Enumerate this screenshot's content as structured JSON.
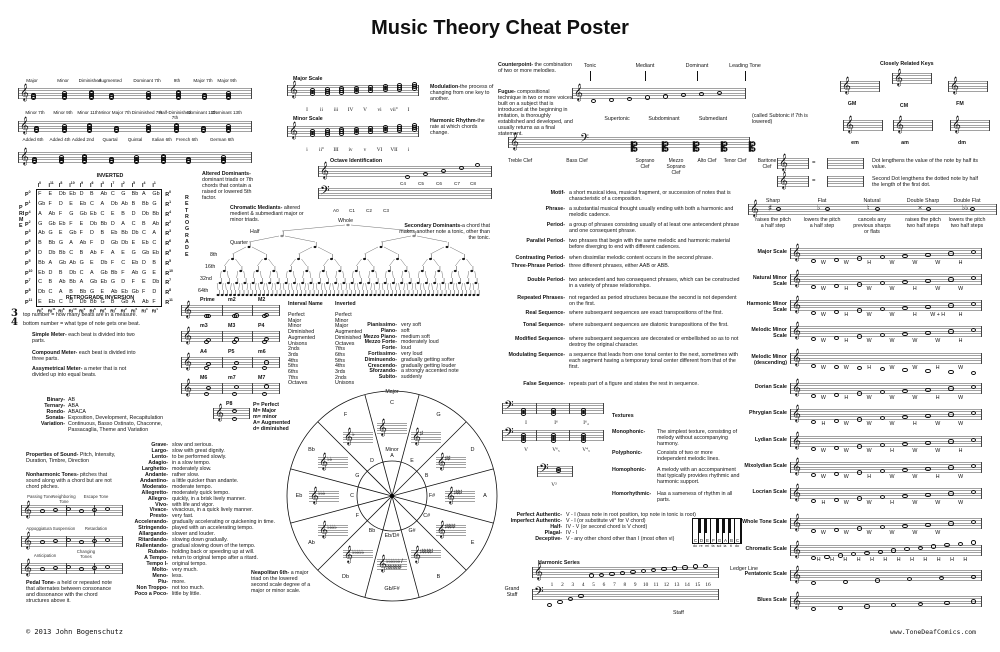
{
  "title": "Music Theory Cheat Poster",
  "chords": {
    "row1": [
      "Major",
      "Minor",
      "Diminished",
      "Augmented",
      "Dominant 7th",
      "9th",
      "Major 7th",
      "Major 9th"
    ],
    "row2": [
      "Minor 7th",
      "Minor 9th",
      "Minor 11th",
      "Minor Major 7th",
      "Diminished 7th",
      "Half-Diminished 7th",
      "Dominant 11th",
      "Dominant 13th"
    ],
    "row3": [
      "Added 6th",
      "Added 4th",
      "Added 2nd",
      "Quartal",
      "Quintal",
      "Italian 6th",
      "French 6th",
      "German 6th"
    ]
  },
  "tone_row": {
    "inverted_label": "INVERTED",
    "retrograde_inversion_label": "RETROGRADE INVERSION",
    "prime_label": "PRIME",
    "retrograde_label": "RETROGRADE",
    "col_prefix": "I",
    "row_prefix": "P",
    "retro_prefix": "R",
    "bottom_prefix": "RI",
    "col_numbers": [
      "0",
      "11",
      "8",
      "10",
      "9",
      "6",
      "3",
      "7",
      "2",
      "5",
      "4",
      "1"
    ],
    "row_numbers": [
      "0",
      "1",
      "4",
      "2",
      "3",
      "6",
      "9",
      "5",
      "10",
      "7",
      "8",
      "11"
    ],
    "rows": [
      [
        "F",
        "E",
        "Db",
        "Eb",
        "D",
        "B",
        "Ab",
        "C",
        "G",
        "Bb",
        "A",
        "Gb"
      ],
      [
        "Gb",
        "F",
        "D",
        "E",
        "Eb",
        "C",
        "A",
        "Db",
        "Ab",
        "B",
        "Bb",
        "G"
      ],
      [
        "A",
        "Ab",
        "F",
        "G",
        "Gb",
        "Eb",
        "C",
        "E",
        "B",
        "D",
        "Db",
        "Bb"
      ],
      [
        "G",
        "Gb",
        "Eb",
        "F",
        "E",
        "Db",
        "Bb",
        "D",
        "A",
        "C",
        "B",
        "Ab"
      ],
      [
        "Ab",
        "G",
        "E",
        "Gb",
        "F",
        "D",
        "B",
        "Eb",
        "Bb",
        "Db",
        "C",
        "A"
      ],
      [
        "B",
        "Bb",
        "G",
        "A",
        "Ab",
        "F",
        "D",
        "Gb",
        "Db",
        "E",
        "Eb",
        "C"
      ],
      [
        "D",
        "Db",
        "Bb",
        "C",
        "B",
        "Ab",
        "F",
        "A",
        "E",
        "G",
        "Gb",
        "Eb"
      ],
      [
        "Bb",
        "A",
        "Gb",
        "Ab",
        "G",
        "E",
        "Db",
        "F",
        "C",
        "Eb",
        "D",
        "B"
      ],
      [
        "Eb",
        "D",
        "B",
        "Db",
        "C",
        "A",
        "Gb",
        "Bb",
        "F",
        "Ab",
        "G",
        "E"
      ],
      [
        "C",
        "B",
        "Ab",
        "Bb",
        "A",
        "Gb",
        "Eb",
        "G",
        "D",
        "F",
        "E",
        "Db"
      ],
      [
        "Db",
        "C",
        "A",
        "B",
        "Bb",
        "G",
        "E",
        "Ab",
        "Eb",
        "Gb",
        "F",
        "D"
      ],
      [
        "E",
        "Eb",
        "C",
        "D",
        "Db",
        "Bb",
        "G",
        "B",
        "Gb",
        "A",
        "Ab",
        "F"
      ]
    ]
  },
  "meter": {
    "top": "3",
    "bottom": "4",
    "top_text": "top number = how many beats are in a measure.",
    "bottom_text": "bottom number = what type of note gets one beat.",
    "items": [
      {
        "term": "Simple Meter-",
        "def": " each beat is divided into two parts."
      },
      {
        "term": "Compound Meter-",
        "def": " each beat is divided into three parts."
      },
      {
        "term": "Assymetrical Meter-",
        "def": " a meter that is not divided up into equal beats."
      }
    ]
  },
  "forms": [
    {
      "term": "Binary-",
      "def": "AB"
    },
    {
      "term": "Ternary-",
      "def": "ABA"
    },
    {
      "term": "Rondo-",
      "def": "ABACA"
    },
    {
      "term": "Sonata-",
      "def": "Exposition, Development, Recapitulation"
    },
    {
      "term": "Variation-",
      "def": "Continuous, Basso Ostinato, Chaconne, Passacaglia, Theme and Variation"
    }
  ],
  "properties": {
    "term": "Properties of Sound-",
    "def": " Pitch, Intensity, Duration, Timbre, Direction"
  },
  "nonharmonic": {
    "term": "Nonharmonic Tones-",
    "def": " pitches that sound along with a chord but are not chord pitches.",
    "tones": [
      "Passing Tone",
      "Neighboring Tone",
      "Escape Tone",
      "Appoggiatura",
      "Suspension",
      "Retardation",
      "Anticipation",
      "Changing Tones"
    ]
  },
  "pedal": {
    "term": "Pedal Tone-",
    "def": " a held or repeated note that alternates between consonance and dissonance with the chord structures above it."
  },
  "copyright": "© 2013 John Bogenschutz",
  "tempo": [
    {
      "term": "Grave-",
      "def": "slow and serious."
    },
    {
      "term": "Largo-",
      "def": "slow with great dignity."
    },
    {
      "term": "Lento-",
      "def": "to be performed slowly."
    },
    {
      "term": "Adagio-",
      "def": "in a slow tempo."
    },
    {
      "term": "Larghetto-",
      "def": "moderately slow."
    },
    {
      "term": "Andante-",
      "def": "rather slow."
    },
    {
      "term": "Andantino-",
      "def": "a little quicker than andante."
    },
    {
      "term": "Moderato-",
      "def": "moderate tempo."
    },
    {
      "term": "Allegretto-",
      "def": "moderately quick tempo."
    },
    {
      "term": "Allegro-",
      "def": "quickly, in a brisk lively manner."
    },
    {
      "term": "Vivo-",
      "def": "with life and vigor."
    },
    {
      "term": "Vivace-",
      "def": "vivacious, in a quick lively manner."
    },
    {
      "term": "Presto-",
      "def": "very fast."
    },
    {
      "term": "Accelerando-",
      "def": "gradually accelerating or quickening in time."
    },
    {
      "term": "Stringendo-",
      "def": "played with an accelerating tempo."
    },
    {
      "term": "Allargando-",
      "def": "slower and louder."
    },
    {
      "term": "Ritardando-",
      "def": "slowing down gradually."
    },
    {
      "term": "Rallentando-",
      "def": "gradual slowing down of the tempo."
    },
    {
      "term": "Rubato-",
      "def": "holding back or speeding up at will."
    },
    {
      "term": "A Tempo-",
      "def": "return to original tempo after a ritard."
    },
    {
      "term": "Tempo I-",
      "def": "original tempo."
    },
    {
      "term": "Molto-",
      "def": "very much."
    },
    {
      "term": "Meno-",
      "def": "less."
    },
    {
      "term": "Piu-",
      "def": "more."
    },
    {
      "term": "Non Troppo-",
      "def": "not too much."
    },
    {
      "term": "Poco a Poco-",
      "def": "little by little."
    }
  ],
  "altered_dominants": {
    "term": "Altered Dominants-",
    "def": " dominant triads or 7th chords that contain a raised or lowered 5th factor."
  },
  "chromatic_mediants": {
    "term": "Chromatic Mediants-",
    "def": " altered medient & submediant major or minor triads."
  },
  "note_tree": [
    "Whole",
    "Half",
    "Quarter",
    "8th",
    "16th",
    "32nd",
    "64th"
  ],
  "major_scale": {
    "label": "Major Scale",
    "numerals": [
      "I",
      "ii",
      "iii",
      "IV",
      "V",
      "vi",
      "vii°",
      "I"
    ]
  },
  "minor_scale": {
    "label": "Minor Scale",
    "numerals": [
      "i",
      "ii°",
      "III",
      "iv",
      "v",
      "VI",
      "VII",
      "i"
    ]
  },
  "modulation": {
    "term": "Modulation-",
    "def": "the process of changing from one key to another."
  },
  "harmonic_rhythm": {
    "term": "Harmonic Rhythm-",
    "def": "the rate at which chords change."
  },
  "octave": {
    "label": "Octave Identification",
    "upper": [
      "C4",
      "C5",
      "C6",
      "C7",
      "C8"
    ],
    "lower": [
      "A0",
      "C1",
      "C2",
      "C3"
    ]
  },
  "secondary_dominants": {
    "term": "Secondary Dominants-",
    "def": "a chord that makes another note a tonic, other than the tonic."
  },
  "intervals": {
    "names": [
      "Prime",
      "m2",
      "M2",
      "m3",
      "M3",
      "P4",
      "A4",
      "P5",
      "m6",
      "M6",
      "m7",
      "M7",
      "P8"
    ],
    "legend": [
      "P= Perfect",
      "M= Major",
      "m= minor",
      "A= Augmented",
      "d= diminished"
    ]
  },
  "interval_table": {
    "headers": [
      "Interval Name",
      "Inverted"
    ],
    "names": [
      "Perfect",
      "Major",
      "Minor",
      "Diminished",
      "Augmented",
      "Unisons",
      "2nds",
      "3rds",
      "4ths",
      "5ths",
      "6ths",
      "7ths",
      "Octaves"
    ],
    "inverted": [
      "Perfect",
      "Minor",
      "Major",
      "Augmented",
      "Diminished",
      "Octaves",
      "7ths",
      "6ths",
      "5ths",
      "4ths",
      "3rds",
      "2nds",
      "Unisons"
    ]
  },
  "dynamics": [
    {
      "term": "Pianissimo-",
      "def": "very soft"
    },
    {
      "term": "Piano-",
      "def": "soft"
    },
    {
      "term": "Mezzo Piano-",
      "def": "medium soft"
    },
    {
      "term": "Mezzo Forte-",
      "def": "moderately loud"
    },
    {
      "term": "Forte-",
      "def": "loud"
    },
    {
      "term": "Fortissimo-",
      "def": "very loud"
    },
    {
      "term": "Diminuendo-",
      "def": "gradually getting softer"
    },
    {
      "term": "Crescendo-",
      "def": "gradually getting louder"
    },
    {
      "term": "Sforzando-",
      "def": "a strongly accented note"
    },
    {
      "term": "Subito-",
      "def": "suddenly"
    }
  ],
  "circle": {
    "major_label": "Major",
    "minor_label": "Minor",
    "major": [
      "C",
      "G",
      "D",
      "A",
      "E",
      "B",
      "Gb/F#",
      "Db",
      "Ab",
      "Eb",
      "Bb",
      "F"
    ],
    "minor": [
      "A",
      "E",
      "B",
      "F#",
      "C#",
      "G#",
      "Eb/D#",
      "Bb",
      "F",
      "C",
      "G",
      "D"
    ],
    "signatures": [
      "",
      "♯",
      "♯♯",
      "♯♯♯",
      "♯♯♯♯",
      "♯♯♯♯♯",
      "♭♭♭♭♭♭ / ♯♯♯♯♯♯",
      "♭♭♭♭♭",
      "♭♭♭♭",
      "♭♭♭",
      "♭♭",
      "♭"
    ]
  },
  "neapolitan": {
    "term": "Neapolitan 6th-",
    "def": " a major triad on the lowered second scale degree of a major or minor scale."
  },
  "counterpoint": {
    "term": "Counterpoint-",
    "def": " the combination of two or more melodies."
  },
  "fugue": {
    "term": "Fugue-",
    "def": " compositional technique in two or more voices built on a subject that is introduced at the beginning in imitation, is thoroughly established and developed, and usually returns as a final statement."
  },
  "degrees": {
    "top": [
      "Tonic",
      "Mediant",
      "Dominant",
      "Leading Tone"
    ],
    "bottom": [
      "Supertonic",
      "Subdominant",
      "Submediant"
    ],
    "note": "(called Subtonic if 7th is lowered)"
  },
  "clefs": [
    "Treble Clef",
    "Bass Clef",
    "Soprano Clef",
    "Mezzo Soprano Clef",
    "Alto Clef",
    "Tenor Clef",
    "Baritone Clef"
  ],
  "definitions": [
    {
      "term": "Motif-",
      "def": "a short musical idea, musical fragment, or succession of notes that is characteristic of a composition."
    },
    {
      "term": "Phrase-",
      "def": "a substantial musical thought usually ending with both a harmonic and melodic cadence."
    },
    {
      "term": "Period-",
      "def": "a group of phrases consisting usually of at least one antecendent phrase and one consequent phrase."
    },
    {
      "term": "Parallel Period-",
      "def": "two phrases that begin with the same melodic and harmonic material before diverging to end with different cadences."
    },
    {
      "term": "Contrasting Period-",
      "def": "when dissimilar melodic content occurs in the second phrase."
    },
    {
      "term": "Three-Phrase Period-",
      "def": "three different phrases, either AAB or ABB."
    },
    {
      "term": "Double Period-",
      "def": "two antecedent and two consequenct phrases, which can be constructed in a variety of phrase relationships."
    },
    {
      "term": "Repeated Phrases-",
      "def": "not regarded as period structures because the second is not dependent on the first."
    },
    {
      "term": "Real Sequence-",
      "def": "where subsequent sequences are exact transpositions of the first."
    },
    {
      "term": "Tonal Sequence-",
      "def": "where subsequent sequences are diatonic transpositions of the first."
    },
    {
      "term": "Modified Sequence-",
      "def": "where subsequent sequences are decorated or embellished so as to not destroy the original character."
    },
    {
      "term": "Modulating Sequence-",
      "def": "a sequence that leads from one tonal center to the next, sometimes with each segment having a temporary tonal center different from that of the first."
    },
    {
      "term": "False Sequence-",
      "def": "repeats part of a figure and states the rest in sequence."
    }
  ],
  "inversions": [
    "I",
    "I⁶",
    "I⁶₄",
    "V",
    "V⁶₅",
    "V⁴₃",
    "V²"
  ],
  "textures": {
    "label": "Textures",
    "items": [
      {
        "term": "Monophonic-",
        "def": "The simplest texture, consisting of melody without accompanying harmony."
      },
      {
        "term": "Polyphonic-",
        "def": "Consists of two or more independent melodic lines."
      },
      {
        "term": "Homophonic-",
        "def": "A melody with an accompaniment that typically provides rhythmic and harmonic support."
      },
      {
        "term": "Homorhythmic-",
        "def": "Has a sameness of rhythm in all parts."
      }
    ]
  },
  "cadences": [
    {
      "term": "Perfect Authentic-",
      "def": "V - I (bass note in root position, top note in tonic is root)"
    },
    {
      "term": "Imperfect Authentic-",
      "def": "V - I (or substitute vii° for V chord)"
    },
    {
      "term": "Half-",
      "def": "IV - V (or second chord is V chord)"
    },
    {
      "term": "Plagal-",
      "def": "IV - I"
    },
    {
      "term": "Deceptive-",
      "def": "V - any other chord other than I (most often vi)"
    }
  ],
  "keyboard": {
    "keys": [
      "C",
      "D",
      "E",
      "F",
      "G",
      "A",
      "B",
      "C"
    ],
    "solfege": [
      "do",
      "re",
      "mi",
      "fa",
      "sol",
      "la",
      "ti",
      "do"
    ]
  },
  "harmonic_series": {
    "label": "Harmonic Series",
    "numbers": [
      "1",
      "2",
      "3",
      "4",
      "5",
      "6",
      "7",
      "8",
      "9",
      "10",
      "11",
      "12",
      "13",
      "14",
      "15",
      "16"
    ],
    "grand_staff": "Grand Staff",
    "staff": "Staff",
    "ledger": "Ledger Line"
  },
  "related_keys": {
    "label": "Closely Related Keys",
    "keys": [
      "CM",
      "GM",
      "FM",
      "em",
      "am",
      "dm"
    ]
  },
  "dots": {
    "equals": "=",
    "dot": "Dot lengthens the value of the note by half its value.",
    "second_dot": "Second Dot lengthens the dotted note by half the length of the first dot."
  },
  "accidentals": [
    {
      "name": "Sharp",
      "desc": "raises the pitch a half step",
      "glyph": "♯"
    },
    {
      "name": "Flat",
      "desc": "lowers the pitch a half step",
      "glyph": "♭"
    },
    {
      "name": "Natural",
      "desc": "cancels any previous sharps or flats",
      "glyph": "♮"
    },
    {
      "name": "Double Sharp",
      "desc": "raises the pitch two half steps",
      "glyph": "×"
    },
    {
      "name": "Double Flat",
      "desc": "lowers the pitch two half steps",
      "glyph": "♭♭"
    }
  ],
  "scales": [
    {
      "name": "Major Scale",
      "steps": [
        "W",
        "W",
        "H",
        "W",
        "W",
        "W",
        "H"
      ]
    },
    {
      "name": "Natural Minor Scale",
      "steps": [
        "W",
        "H",
        "W",
        "W",
        "H",
        "W",
        "W"
      ]
    },
    {
      "name": "Harmonic Minor Scale",
      "steps": [
        "W",
        "H",
        "W",
        "W",
        "H",
        "W + H",
        "H"
      ]
    },
    {
      "name": "Melodic Minor Scale",
      "steps": [
        "W",
        "H",
        "W",
        "W",
        "W",
        "W",
        "H"
      ]
    },
    {
      "name": "Melodic Minor (descending)",
      "steps": [
        "W",
        "W",
        "H",
        "W",
        "W",
        "H",
        "W"
      ]
    },
    {
      "name": "Dorian Scale",
      "steps": [
        "W",
        "H",
        "W",
        "W",
        "W",
        "H",
        "W"
      ]
    },
    {
      "name": "Phrygian Scale",
      "steps": [
        "H",
        "W",
        "W",
        "W",
        "H",
        "W",
        "W"
      ]
    },
    {
      "name": "Lydian Scale",
      "steps": [
        "W",
        "W",
        "W",
        "H",
        "W",
        "W",
        "H"
      ]
    },
    {
      "name": "Mixolydian Scale",
      "steps": [
        "W",
        "W",
        "H",
        "W",
        "W",
        "H",
        "W"
      ]
    },
    {
      "name": "Locrian Scale",
      "steps": [
        "H",
        "W",
        "W",
        "H",
        "W",
        "W",
        "W"
      ]
    },
    {
      "name": "Whole Tone Scale",
      "steps": [
        "W",
        "W",
        "W",
        "W",
        "W",
        "W"
      ]
    },
    {
      "name": "Chromatic Scale",
      "steps": [
        "H",
        "H",
        "H",
        "H",
        "H",
        "H",
        "H",
        "H",
        "H",
        "H",
        "H",
        "H"
      ]
    },
    {
      "name": "Pentatonic Scale",
      "steps": []
    },
    {
      "name": "Blues Scale",
      "steps": []
    }
  ],
  "website": "www.ToneDeafComics.com"
}
